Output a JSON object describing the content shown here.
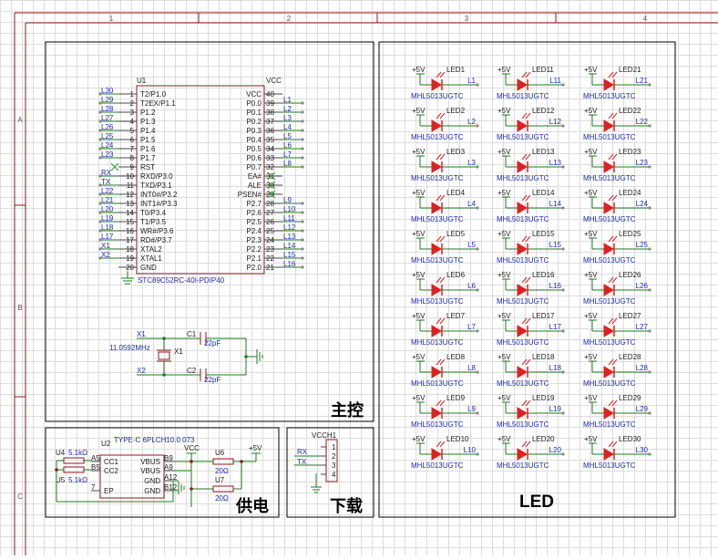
{
  "frame": {
    "columns": [
      "1",
      "2",
      "3",
      "4"
    ],
    "rows": [
      "A",
      "B",
      "C"
    ]
  },
  "sections": {
    "main": "主控",
    "power": "供电",
    "download": "下载",
    "led": "LED"
  },
  "mcu": {
    "designator": "U1",
    "part": "STC89C52RC-40I-PDIP40",
    "vcc": "VCC",
    "left_pins": [
      {
        "num": "1",
        "name": "T2/P1.0",
        "net": "L30"
      },
      {
        "num": "2",
        "name": "T2EX/P1.1",
        "net": "L29"
      },
      {
        "num": "3",
        "name": "P1.2",
        "net": "L28"
      },
      {
        "num": "4",
        "name": "P1.3",
        "net": "L27"
      },
      {
        "num": "5",
        "name": "P1.4",
        "net": "L26"
      },
      {
        "num": "6",
        "name": "P1.5",
        "net": "L25"
      },
      {
        "num": "7",
        "name": "P1.6",
        "net": "L24"
      },
      {
        "num": "8",
        "name": "P1.7",
        "net": "L23"
      },
      {
        "num": "9",
        "name": "RST",
        "net": ""
      },
      {
        "num": "10",
        "name": "RXD/P3.0",
        "net": "RX"
      },
      {
        "num": "11",
        "name": "TXD/P3.1",
        "net": "TX"
      },
      {
        "num": "12",
        "name": "INT0#/P3.2",
        "net": "L22"
      },
      {
        "num": "13",
        "name": "INT1#/P3.3",
        "net": "L21"
      },
      {
        "num": "14",
        "name": "T0/P3.4",
        "net": "L20"
      },
      {
        "num": "15",
        "name": "T1/P3.5",
        "net": "L19"
      },
      {
        "num": "16",
        "name": "WR#/P3.6",
        "net": "L18"
      },
      {
        "num": "17",
        "name": "RD#/P3.7",
        "net": "L17"
      },
      {
        "num": "18",
        "name": "XTAL2",
        "net": "X1"
      },
      {
        "num": "19",
        "name": "XTAL1",
        "net": "X2"
      },
      {
        "num": "20",
        "name": "GND",
        "net": ""
      }
    ],
    "right_pins": [
      {
        "num": "40",
        "name": "VCC",
        "net": ""
      },
      {
        "num": "39",
        "name": "P0.0",
        "net": "L1"
      },
      {
        "num": "38",
        "name": "P0.1",
        "net": "L2"
      },
      {
        "num": "37",
        "name": "P0.2",
        "net": "L3"
      },
      {
        "num": "36",
        "name": "P0.3",
        "net": "L4"
      },
      {
        "num": "35",
        "name": "P0.4",
        "net": "L5"
      },
      {
        "num": "34",
        "name": "P0.5",
        "net": "L6"
      },
      {
        "num": "33",
        "name": "P0.6",
        "net": "L7"
      },
      {
        "num": "32",
        "name": "P0.7",
        "net": "L8"
      },
      {
        "num": "31",
        "name": "EA#",
        "net": ""
      },
      {
        "num": "30",
        "name": "ALE",
        "net": ""
      },
      {
        "num": "29",
        "name": "PSEN#",
        "net": ""
      },
      {
        "num": "28",
        "name": "P2.7",
        "net": "L9"
      },
      {
        "num": "27",
        "name": "P2.6",
        "net": "L10"
      },
      {
        "num": "26",
        "name": "P2.5",
        "net": "L11"
      },
      {
        "num": "25",
        "name": "P2.4",
        "net": "L12"
      },
      {
        "num": "24",
        "name": "P2.3",
        "net": "L13"
      },
      {
        "num": "23",
        "name": "P2.2",
        "net": "L14"
      },
      {
        "num": "22",
        "name": "P2.1",
        "net": "L15"
      },
      {
        "num": "21",
        "name": "P2.0",
        "net": "L16"
      }
    ]
  },
  "crystal": {
    "net_top": "X1",
    "net_bottom": "X2",
    "freq": "11.0592MHz",
    "designator": "X1",
    "c1": "C1",
    "c1_val": "22pF",
    "c2": "C2",
    "c2_val": "22pF"
  },
  "power": {
    "designator": "U2",
    "part": "TYPE-C 6PLCH10.0 073",
    "vcc": "VCC",
    "plus5v": "+5V",
    "left_pins": [
      {
        "num": "A5",
        "name": "CC1"
      },
      {
        "num": "B5",
        "name": "CC2"
      },
      {
        "num": "7",
        "name": "EP"
      }
    ],
    "right_pins": [
      {
        "num": "B9",
        "name": "VBUS"
      },
      {
        "num": "A9",
        "name": "VBUS"
      },
      {
        "num": "A12",
        "name": "GND"
      },
      {
        "num": "B12",
        "name": "GND"
      }
    ],
    "u4": "U4",
    "u4_val": "5.1kΩ",
    "u5": "U5",
    "u5_val": "5.1kΩ",
    "u6": "U6",
    "u6_val": "20Ω",
    "u7": "U7",
    "u7_val": "20Ω"
  },
  "download": {
    "designator": "VCCH1",
    "pins": [
      "1",
      "2",
      "3",
      "4"
    ],
    "rx": "RX",
    "tx": "TX"
  },
  "leds": {
    "supply": "+5V",
    "part": "MHL5013UGTC",
    "columns": [
      [
        {
          "ref": "LED1",
          "net": "L1"
        },
        {
          "ref": "LED2",
          "net": "L2"
        },
        {
          "ref": "LED3",
          "net": "L3"
        },
        {
          "ref": "LED4",
          "net": "L4"
        },
        {
          "ref": "LED5",
          "net": "L5"
        },
        {
          "ref": "LED6",
          "net": "L6"
        },
        {
          "ref": "LED7",
          "net": "L7"
        },
        {
          "ref": "LED8",
          "net": "L8"
        },
        {
          "ref": "LED9",
          "net": "L9"
        },
        {
          "ref": "LED10",
          "net": "L10"
        }
      ],
      [
        {
          "ref": "LED11",
          "net": "L11"
        },
        {
          "ref": "LED12",
          "net": "L12"
        },
        {
          "ref": "LED13",
          "net": "L13"
        },
        {
          "ref": "LED14",
          "net": "L14"
        },
        {
          "ref": "LED15",
          "net": "L15"
        },
        {
          "ref": "LED16",
          "net": "L16"
        },
        {
          "ref": "LED17",
          "net": "L17"
        },
        {
          "ref": "LED18",
          "net": "L18"
        },
        {
          "ref": "LED19",
          "net": "L19"
        },
        {
          "ref": "LED20",
          "net": "L20"
        }
      ],
      [
        {
          "ref": "LED21",
          "net": "L21"
        },
        {
          "ref": "LED22",
          "net": "L22"
        },
        {
          "ref": "LED23",
          "net": "L23"
        },
        {
          "ref": "LED24",
          "net": "L24"
        },
        {
          "ref": "LED25",
          "net": "L25"
        },
        {
          "ref": "LED26",
          "net": "L26"
        },
        {
          "ref": "LED27",
          "net": "L27"
        },
        {
          "ref": "LED28",
          "net": "L28"
        },
        {
          "ref": "LED29",
          "net": "L29"
        },
        {
          "ref": "LED30",
          "net": "L30"
        }
      ]
    ]
  },
  "colors": {
    "wire": "#1f7a1f",
    "body": "#8b1a1a",
    "text": "#1a1a1a",
    "label": "#1c2bb0",
    "pin": "#444444",
    "led": "#e02020",
    "noconn": "#2e9e2e"
  }
}
